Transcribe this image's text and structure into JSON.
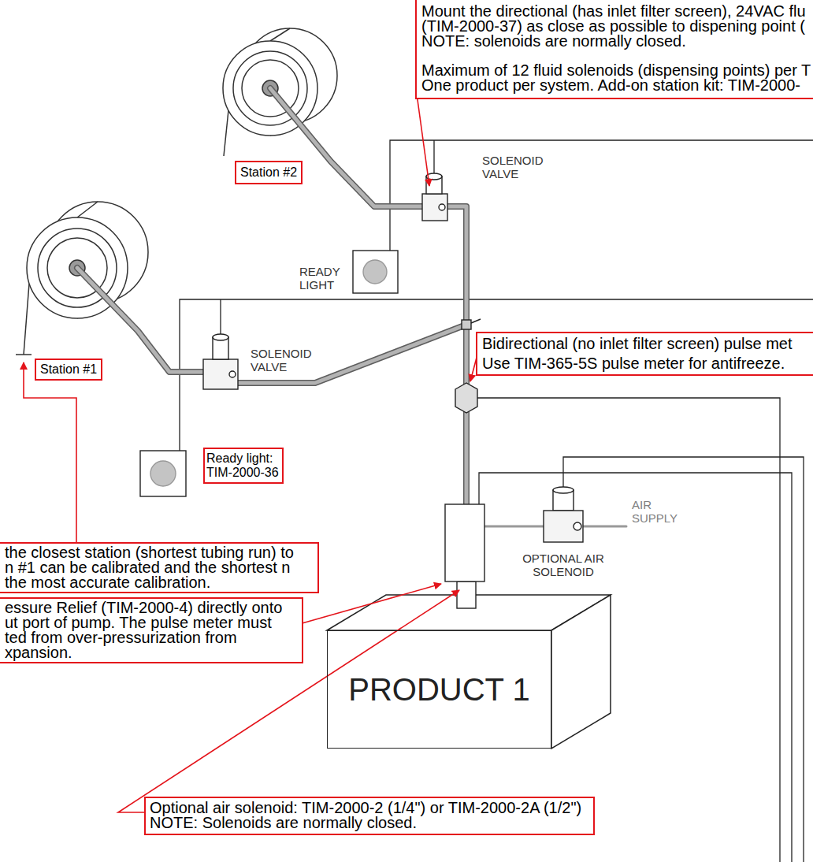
{
  "diagram": {
    "nodes": [
      {
        "text": [
          "Mount the directional (has inlet filter screen), 24VAC flu (TIM-2000-37) as close as possible to dispening point (",
          "NOTE: solenoids are normally closed.",
          "Maximum of 12 fluid solenoids (dispensing points) per T One product per system. Add-on station kit: TIM-2000-"
        ]
      },
      {
        "text": [
          "Station #2"
        ]
      },
      {
        "text": [
          "Bidirectional (no inlet filter screen) pulse met",
          "Use TIM-365-5S pulse meter for antifreeze."
        ]
      },
      {
        "text": [
          "Station #1"
        ]
      },
      {
        "text": [
          "Ready light: TIM-2000-36"
        ]
      },
      {
        "text": [
          "the closest station (shortest tubing run) to n #1 can be calibrated and the shortest n the most accurate calibration."
        ]
      },
      {
        "text": [
          "essure Relief (TIM-2000-4) directly onto ut port of pump. The pulse meter must ted from over-pressurization from xpansion."
        ]
      },
      {
        "text": [
          "PRODUCT 1"
        ]
      },
      {
        "text": [
          "Optional air solenoid: TIM-2000-2 (1/4\") or TIM-2000-2A (1/2\")",
          "NOTE: Solenoids are normally closed."
        ]
      }
    ],
    "labels": [
      "SOLENOID VALVE",
      "READY LIGHT",
      "SOLENOID VALVE",
      "AIR SUPPLY",
      "OPTIONAL AIR SOLENOID"
    ]
  }
}
